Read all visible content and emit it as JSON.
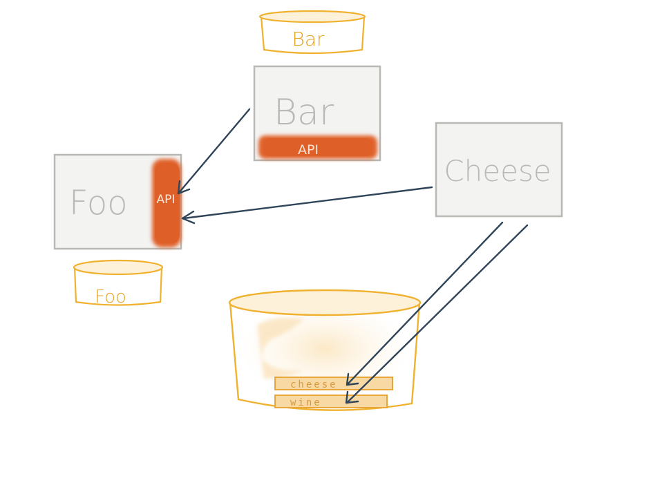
{
  "services": {
    "foo": {
      "title": "Foo",
      "api": "API"
    },
    "bar": {
      "title": "Bar",
      "api": "API"
    },
    "cheese": {
      "title": "Cheese"
    }
  },
  "databases": {
    "foo": {
      "label": "Foo"
    },
    "bar": {
      "label": "Bar"
    },
    "shared": {
      "tables": [
        {
          "label": "cheese"
        },
        {
          "label": "wine"
        }
      ]
    }
  },
  "colors": {
    "service_border": "#b8b8b4",
    "service_fill": "#f3f3f2",
    "service_text": "#b9b9b6",
    "api": "#e0622b",
    "api_text": "#fbe3d3",
    "database": "#f0b12f",
    "database_text": "#e8a31e",
    "arrow": "#2f4458"
  },
  "arrows": [
    {
      "from": "bar-service",
      "to": "foo-api"
    },
    {
      "from": "cheese-service",
      "to": "foo-api"
    },
    {
      "from": "cheese-service",
      "to": "cheese-table"
    },
    {
      "from": "cheese-service",
      "to": "wine-table"
    }
  ]
}
